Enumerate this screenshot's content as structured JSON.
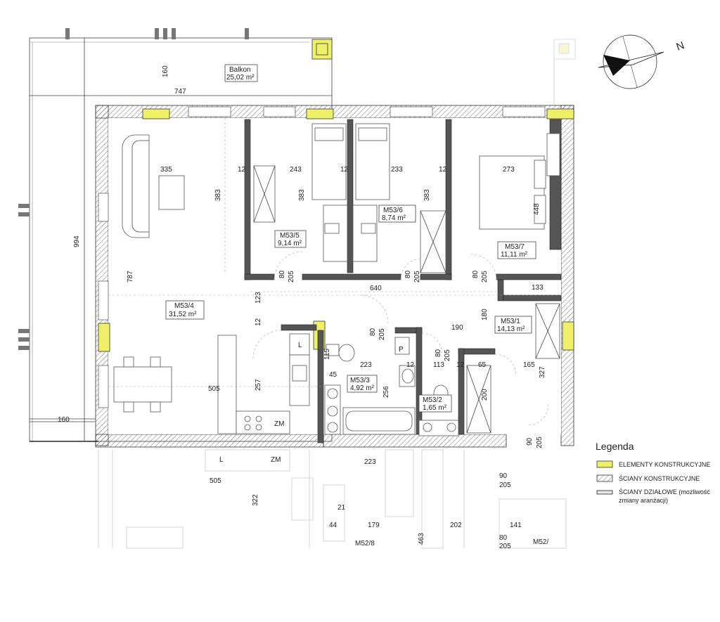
{
  "compass": {
    "north_label": "N"
  },
  "rooms": [
    {
      "id": "balkon",
      "name": "Balkon",
      "area": "25,02 m²"
    },
    {
      "id": "m53_4",
      "name": "M53/4",
      "area": "31,52 m²"
    },
    {
      "id": "m53_5",
      "name": "M53/5",
      "area": "9,14 m²"
    },
    {
      "id": "m53_6",
      "name": "M53/6",
      "area": "8,74 m²"
    },
    {
      "id": "m53_7",
      "name": "M53/7",
      "area": "11,11 m²"
    },
    {
      "id": "m53_1",
      "name": "M53/1",
      "area": "14,13 m²"
    },
    {
      "id": "m53_3",
      "name": "M53/3",
      "area": "4,92 m²"
    },
    {
      "id": "m53_2",
      "name": "M53/2",
      "area": "1,65 m²"
    }
  ],
  "dimensions": [
    "747",
    "160",
    "994",
    "160",
    "335",
    "12",
    "243",
    "12",
    "233",
    "12",
    "273",
    "383",
    "383",
    "383",
    "448",
    "787",
    "80",
    "205",
    "80",
    "205",
    "80",
    "205",
    "640",
    "133",
    "123",
    "12",
    "180",
    "190",
    "80",
    "205",
    "115",
    "223",
    "12",
    "80",
    "205",
    "113",
    "12",
    "65",
    "165",
    "327",
    "45",
    "256",
    "505",
    "257",
    "200",
    "90",
    "205"
  ],
  "fixture_labels": {
    "fridge": "L",
    "microwave": "ZM",
    "pantry": "P"
  },
  "ghost_labels": [
    "L",
    "ZM",
    "505",
    "322",
    "223",
    "90",
    "205",
    "179",
    "202",
    "141",
    "463",
    "21",
    "44",
    "80",
    "205",
    "M52/8",
    "M52/"
  ],
  "legend": {
    "title": "Legenda",
    "items": [
      {
        "id": "structural",
        "label": "ELEMENTY KONSTRUKCYJNE",
        "swatch_color": "#eef06a"
      },
      {
        "id": "load_bearing",
        "label": "ŚCIANY KONSTRUKCYJNE"
      },
      {
        "id": "partition",
        "label": "ŚCIANY DZIAŁOWE (możliwość zmiany aranżacji)",
        "label_line1": "ŚCIANY DZIAŁOWE (możliwość",
        "label_line2": "zmiany aranżacji)"
      }
    ]
  }
}
